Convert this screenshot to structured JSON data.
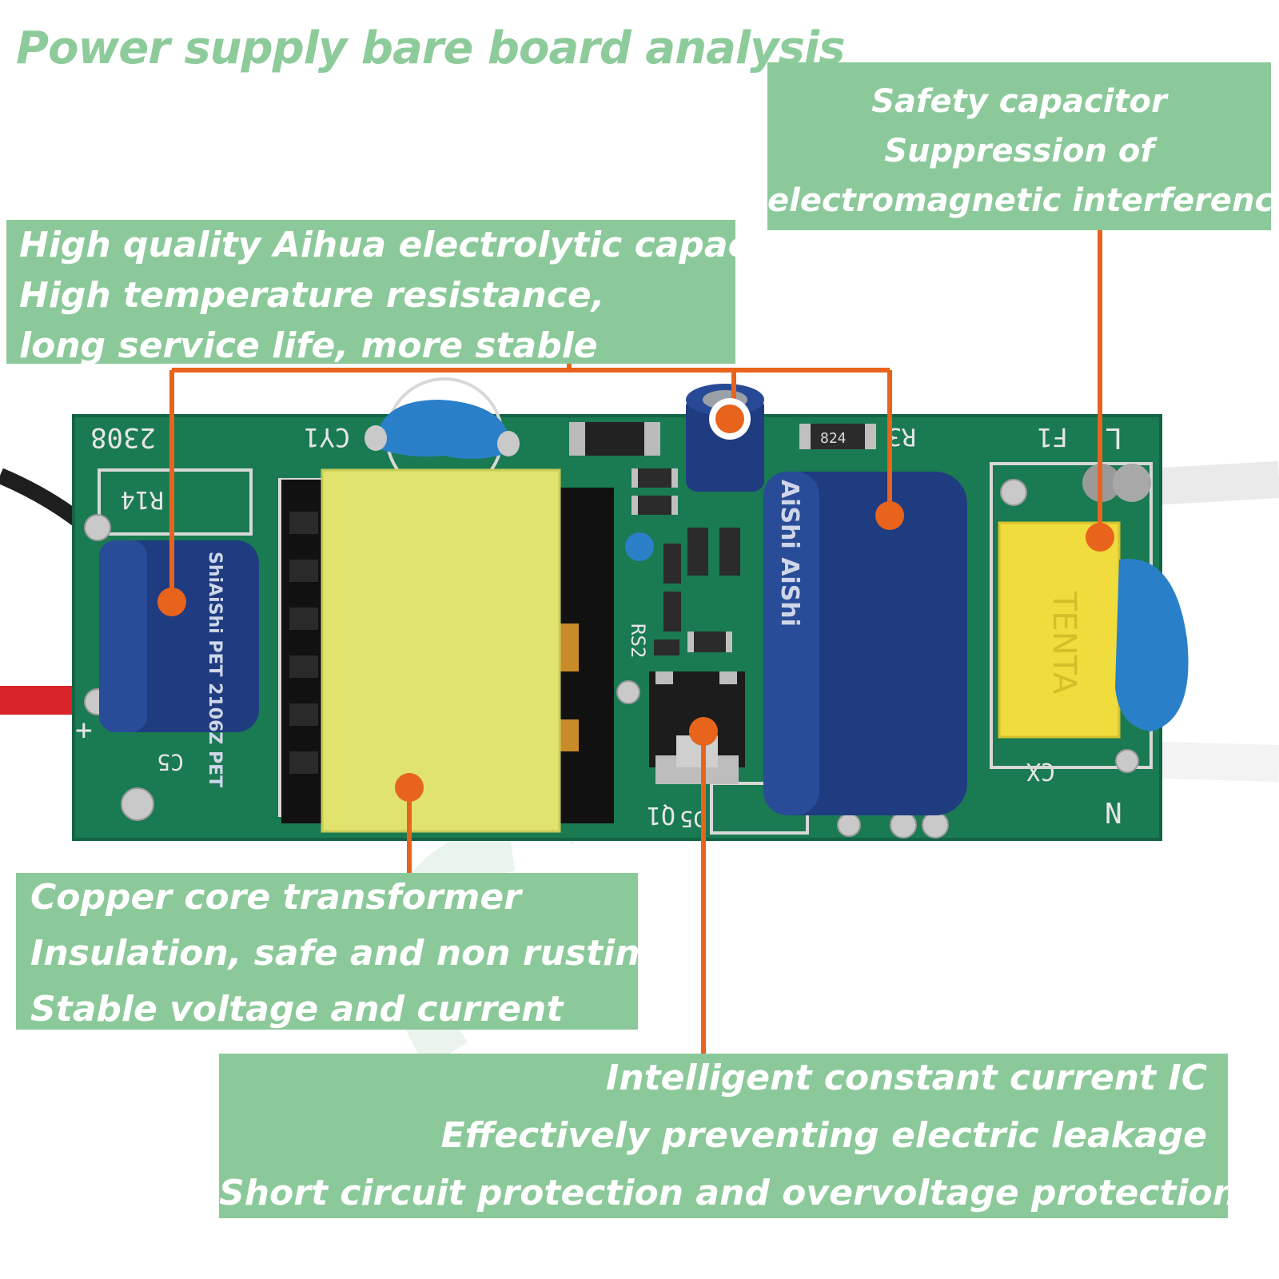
{
  "title": "Power supply bare board analysis",
  "callouts": {
    "safety": [
      "Safety capacitor",
      "Suppression of",
      "electromagnetic interference"
    ],
    "electrolytic": [
      "High quality Aihua electrolytic capacitor",
      "High temperature resistance,",
      "long service life, more stable"
    ],
    "transformer": [
      "Copper core transformer",
      "Insulation, safe and non rusting",
      "Stable voltage and current"
    ],
    "ic": [
      "Intelligent constant current IC",
      "Effectively preventing electric leakage",
      "Short circuit protection and overvoltage protection"
    ]
  },
  "board_labels": {
    "board_code": "2308",
    "cy1": "CY1",
    "r14": "R14",
    "l": "L",
    "f1": "F1",
    "n": "N",
    "cx": "CX",
    "q1": "Q1",
    "rs2": "RS2",
    "d5": "D5",
    "c5": "C5",
    "plus": "+",
    "r3": "R3",
    "smd_824": "824",
    "cap_small": "ShiAiShi PET 2106Z PET",
    "cap_big": "AiShi AiShi",
    "x_cap": "TENTA"
  },
  "colors": {
    "label_bg": "#8cc99a",
    "title": "#8dcb9b",
    "leader": "#e8641c",
    "pcb": "#1a7a52",
    "transformer": "#e0e36e",
    "cap_blue": "#1f3c80",
    "x_cap": "#f0dc3c",
    "y_cap": "#2a80c8"
  }
}
